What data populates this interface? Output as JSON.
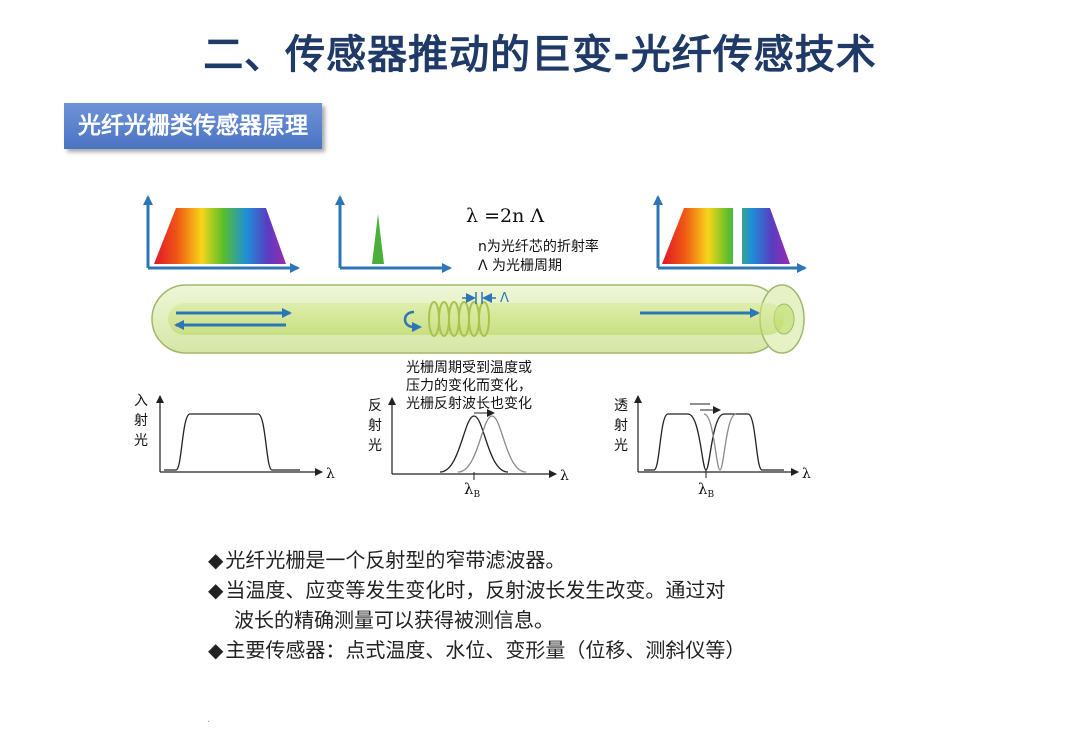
{
  "title": "二、传感器推动的巨变-光纤传感技术",
  "section_label": "光纤光栅类传感器原理",
  "diagram": {
    "formula": "λ =2n Λ",
    "formula_note_1": "n为光纤芯的折射率",
    "formula_note_2": "Λ 为光栅周期",
    "grating_period_label": "Λ",
    "change_note_1": "光栅周期受到温度或",
    "change_note_2": "压力的变化而变化，",
    "change_note_3": "光栅反射波长也变化",
    "ylabel_incident": "入\n射\n光",
    "ylabel_reflected": "反\n射\n光",
    "ylabel_transmitted": "透\n射\n光",
    "xlabel": "λ",
    "peak_label_reflect": "λ",
    "peak_sub_reflect": "B",
    "peak_label_trans": "λ",
    "peak_sub_trans": "B",
    "colors": {
      "axis_blue": "#2e75b6",
      "fiber_green": "#e4f0c0",
      "fiber_core": "#c8e07a",
      "spectrum_green": "#4caf3a"
    }
  },
  "bullets": [
    {
      "lines": [
        "光纤光栅是一个反射型的窄带滤波器。"
      ]
    },
    {
      "lines": [
        "当温度、应变等发生变化时，反射波长发生改变。通过对",
        "波长的精确测量可以获得被测信息。"
      ]
    },
    {
      "lines": [
        "主要传感器：点式温度、水位、变形量（位移、测斜仪等）"
      ]
    }
  ],
  "bullet_symbol": "◆",
  "footer_dot": "."
}
